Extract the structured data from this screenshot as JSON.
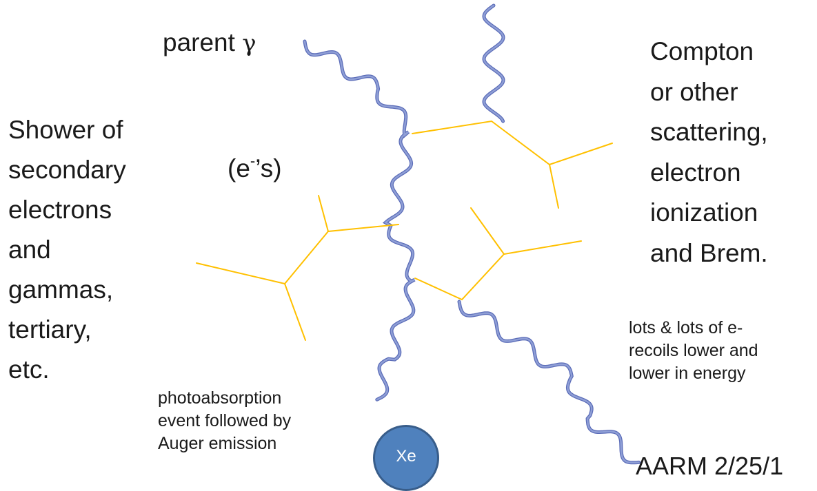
{
  "labels": {
    "parent_gamma": "parent",
    "parent_gamma_symbol": "γ",
    "electrons": {
      "open": "(e",
      "superscript": "-",
      "close": "’s)"
    },
    "shower_lines": [
      "Shower of",
      "secondary",
      "electrons",
      "and",
      "gammas,",
      "tertiary,",
      "etc."
    ],
    "compton_lines": [
      "Compton",
      "or other",
      "scattering,",
      "electron",
      "ionization",
      "and Brem."
    ],
    "recoils_lines": [
      "lots & lots of e-",
      "recoils lower and",
      "lower in energy"
    ],
    "photoabsorption_lines": [
      "photoabsorption",
      "event followed by",
      "Auger emission"
    ],
    "xe": "Xe",
    "footer": "AARM 2/25/1"
  },
  "colors": {
    "photon": "#8f9fd6",
    "photon_dark": "#5b6cb8",
    "electron_track": "#ffc000",
    "xe_fill": "#4f81bd",
    "xe_border": "#385d8a"
  }
}
